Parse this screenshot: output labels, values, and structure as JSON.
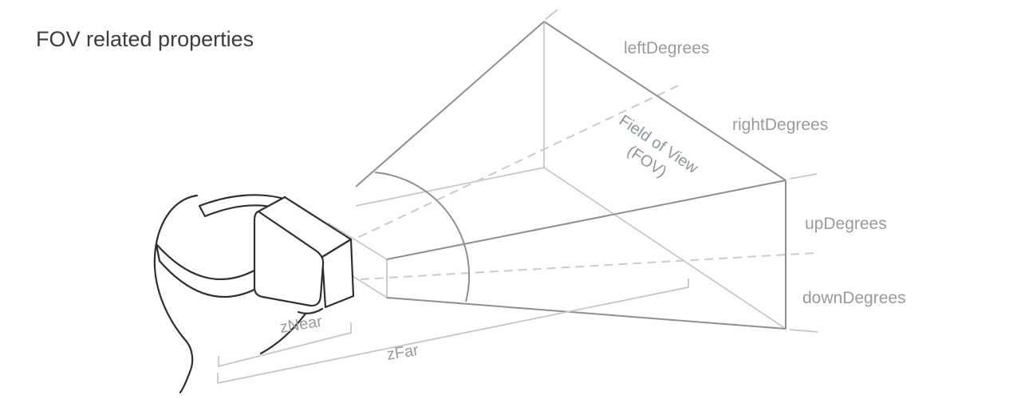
{
  "title": "FOV related properties",
  "diagram": {
    "labels": {
      "left_degrees": "leftDegrees",
      "right_degrees": "rightDegrees",
      "up_degrees": "upDegrees",
      "down_degrees": "downDegrees",
      "z_near": "zNear",
      "z_far": "zFar",
      "fov_line1": "Field of View",
      "fov_line2": "(FOV)"
    },
    "colors": {
      "headset_outline": "#2f2f2f",
      "frustum_edge": "#8f8f8f",
      "hidden_edge": "#c7c7c7",
      "dashed_axis": "#cacaca",
      "dimension_line": "#c6c6c6",
      "label_text": "#9a9a9a",
      "fov_label_text": "#8e959c",
      "title_text": "#3c3c3c",
      "background": "#ffffff"
    }
  }
}
